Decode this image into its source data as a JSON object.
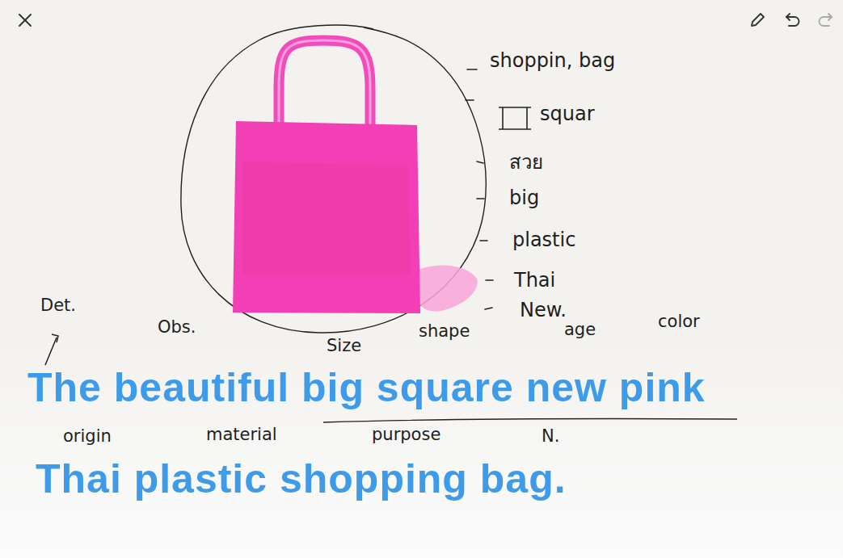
{
  "diagram": {
    "labels": [
      "shoppin, bag",
      "squar",
      "สวย",
      "big",
      "plastic",
      "Thai",
      "New.",
      "Det.",
      "Obs.",
      "Size",
      "shape",
      "age",
      "color",
      "The beautiful big square new pink",
      "origin",
      "material",
      "purpose",
      "N.",
      "Thai plastic shopping bag."
    ]
  }
}
